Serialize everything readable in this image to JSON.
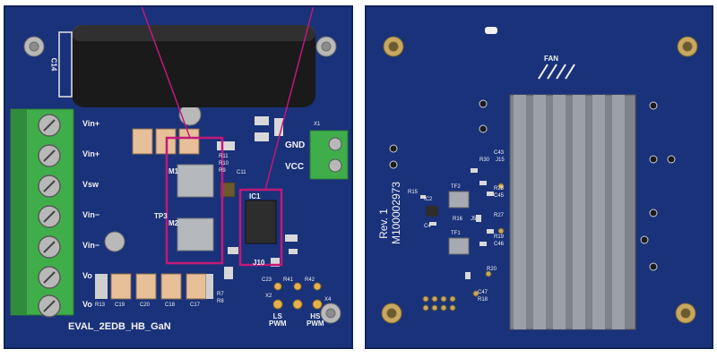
{
  "front_board": {
    "title": "EVAL_2EDB_HB_GaN",
    "terminal_pins": [
      "Vin+",
      "Vin+",
      "Vsw",
      "Vin−",
      "Vin−",
      "Vo",
      "Vo"
    ],
    "connector_labels": [
      "GND",
      "VCC"
    ],
    "pwm_labels": {
      "ls": "LS\nPWM",
      "hs": "HS\nPWM"
    },
    "refs": {
      "c14": "C14",
      "m1": "M1",
      "m2": "M2",
      "ic1": "IC1",
      "tp3": "TP3",
      "j10": "J10",
      "c20": "C20",
      "c19": "C19",
      "c18": "C18",
      "c17": "C17",
      "r13": "R13",
      "r11": "R11",
      "r10": "R10",
      "r9": "R9",
      "c11": "C11",
      "r41": "R41",
      "r42": "R42",
      "c23": "C23",
      "r7": "R7",
      "r8": "R8",
      "x1": "X1",
      "x2": "X2",
      "x4": "X4"
    }
  },
  "back_board": {
    "part_number": "M100002973",
    "revision": "Rev. 1",
    "fan_label": "FAN",
    "refs": {
      "tf1": "TF1",
      "tf2": "TF2",
      "ic2": "IC2",
      "r15": "R15",
      "r16": "R16",
      "j5": "J5",
      "c4": "C4",
      "r27": "R27",
      "r19": "R19",
      "c46": "C46",
      "r20": "R20",
      "r18": "R18",
      "c47": "C47",
      "c43": "C43",
      "j15": "J15",
      "r30": "R30",
      "r28": "R28",
      "c45": "C45"
    }
  },
  "colors": {
    "pcb": "#19327a",
    "terminal": "#3fae4a",
    "annotation": "#c2187a",
    "heatsink": "#8a8f96",
    "capacitor": "#222222"
  }
}
